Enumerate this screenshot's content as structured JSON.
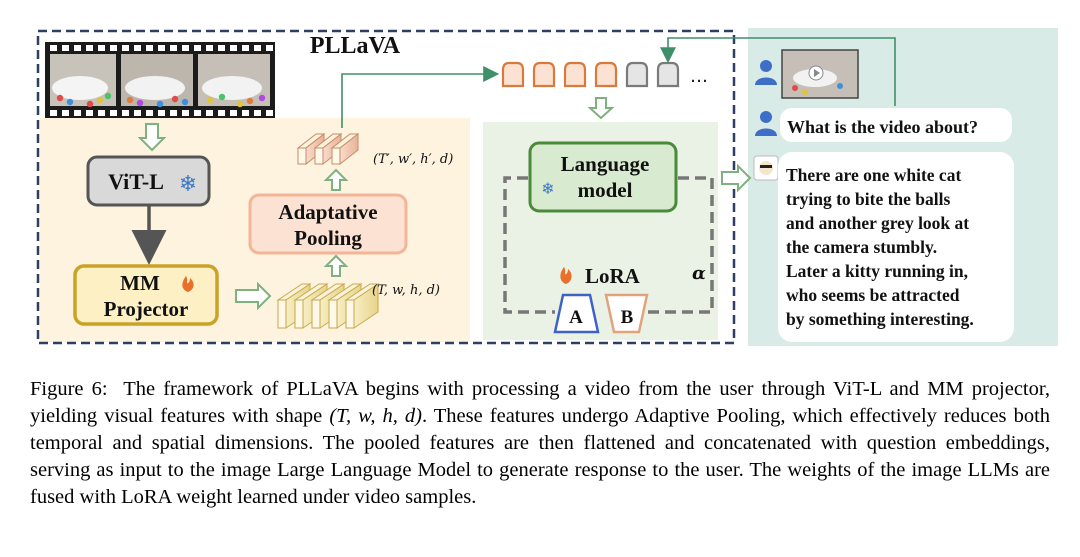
{
  "diagram": {
    "title": "PLLaVA",
    "vit_label": "ViT-L",
    "projector_line1": "MM",
    "projector_line2": "Projector",
    "pooling_line1": "Adaptative",
    "pooling_line2": "Pooling",
    "shape_before": "(T, w, h, d)",
    "shape_after": "(T′, w′, h′, d)",
    "lm_line1": "Language",
    "lm_line2": "model",
    "lora_label": "LoRA",
    "lora_a": "A",
    "lora_b": "B",
    "alpha": "α",
    "token_ellipsis": "…",
    "chat": {
      "question": "What is the video about?",
      "answer_lines": [
        "There are one white cat",
        "trying to bite the balls",
        "and another grey look at",
        "the camera stumbly.",
        "Later a kitty running  in,",
        "who seems be attracted",
        "by something interesting."
      ]
    },
    "colors": {
      "frame_border": "#2e3f63",
      "panel_left": "#fdf3df",
      "panel_mid": "#e9f2e4",
      "panel_right": "#d9ebe7",
      "green_arrow": "#3f8f6a",
      "orange_token": "#d97a3d",
      "grey_token": "#7a7a7a",
      "vit_fill": "#d9d9d9",
      "projector_border": "#c9a227",
      "pooling_fill": "#f6cdb5",
      "lm_fill": "#d8ead0",
      "lm_border": "#4b8a3a",
      "lora_a": "#3d63c9",
      "lora_b": "#e2a27c"
    }
  },
  "caption": {
    "label": "Figure 6:",
    "part1": "The framework of PLLaVA begins with processing a video from the user through ViT-L and MM projector, yielding visual features with shape",
    "shape": "(T, w, h, d)",
    "part2": ". These features undergo Adaptive Pooling, which effectively reduces both temporal and spatial dimensions. The pooled features are then flattened and concatenated with question embeddings, serving as input to the image Large Language Model to generate response to the user. The weights of the image LLMs are fused with LoRA weight learned under video samples."
  }
}
